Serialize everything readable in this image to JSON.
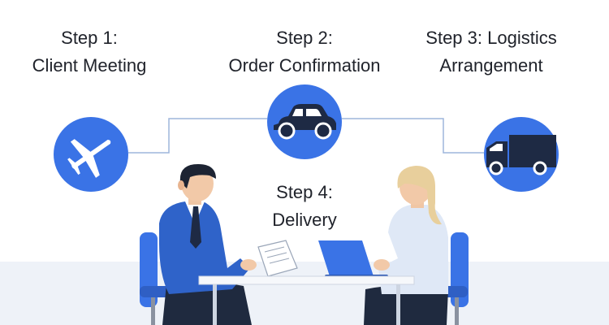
{
  "steps": [
    {
      "number": "Step 1:",
      "title": "Client Meeting",
      "icon": "airplane-icon"
    },
    {
      "number": "Step 2:",
      "title": "Order Confirmation",
      "icon": "car-icon"
    },
    {
      "number": "Step 3: Logistics",
      "title": "Arrangement",
      "icon": "truck-icon"
    },
    {
      "number": "Step 4:",
      "title": "Delivery",
      "icon": ""
    }
  ],
  "colors": {
    "accent": "#3a73e6",
    "dark": "#1e2a44",
    "connector": "#9db5dc",
    "floor": "#eef2f8"
  }
}
